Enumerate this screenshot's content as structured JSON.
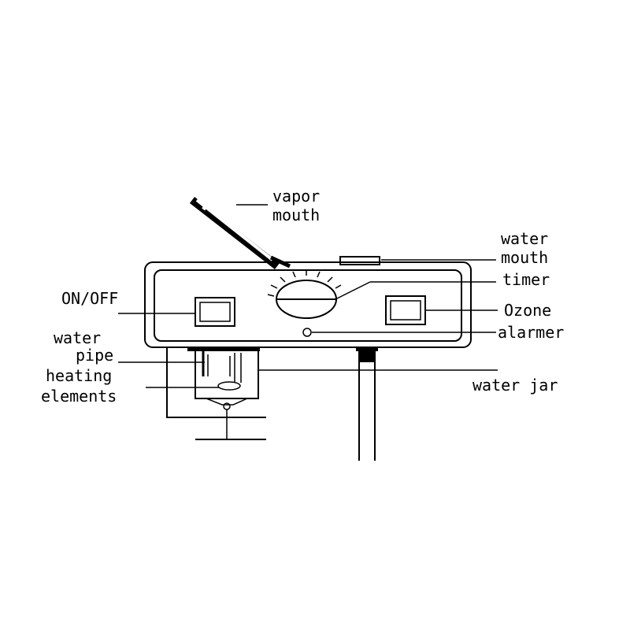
{
  "labels": {
    "vapor_mouth": [
      "vapor",
      "mouth"
    ],
    "water_mouth": [
      "water",
      "mouth"
    ],
    "timer": "timer",
    "on_off": "ON/OFF",
    "ozone": "Ozone",
    "alarmer": "alarmer",
    "water_pipe": [
      "water",
      "pipe"
    ],
    "heating_elements": [
      "heating",
      "elements"
    ],
    "water_jar": "water jar"
  },
  "colors": {
    "ink": "#000000",
    "background": "#ffffff"
  }
}
